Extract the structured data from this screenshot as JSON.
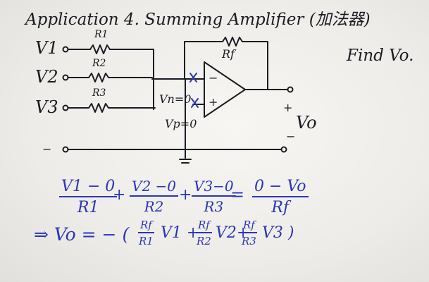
{
  "title": "Application 4. Summing Amplifier (加法器)",
  "note": "Find Vo.",
  "circuit": {
    "inputs": [
      {
        "label": "V1",
        "resistor": "R1"
      },
      {
        "label": "V2",
        "resistor": "R2"
      },
      {
        "label": "V3",
        "resistor": "R3"
      }
    ],
    "feedback_resistor": "Rf",
    "vn_label": "Vn=0",
    "vp_label": "Vp=0",
    "output_plus": "+",
    "output_label": "Vo",
    "output_minus": "−",
    "ground_dash": "−",
    "minus_sign": "−",
    "plus_sign": "+"
  },
  "equation1": {
    "t1": {
      "num": "V1 − 0",
      "den": "R1"
    },
    "op1": "+",
    "t2": {
      "num": "V2 −0",
      "den": "R2"
    },
    "op2": "+",
    "t3": {
      "num": "V3−0",
      "den": "R3"
    },
    "eq": "=",
    "rhs": {
      "num": "0 − Vo",
      "den": "Rf"
    }
  },
  "equation2": {
    "lead": "⇒ Vo = − (",
    "c1": {
      "num": "Rf",
      "den": "R1"
    },
    "v1": "V1 +",
    "c2": {
      "num": "Rf",
      "den": "R2"
    },
    "v2": "V2+",
    "c3": {
      "num": "Rf",
      "den": "R3"
    },
    "v3": "V3 )"
  },
  "colors": {
    "ink": "#1a1c22",
    "marker_blue": "#2b35b8",
    "board": "#f2f1ee"
  }
}
